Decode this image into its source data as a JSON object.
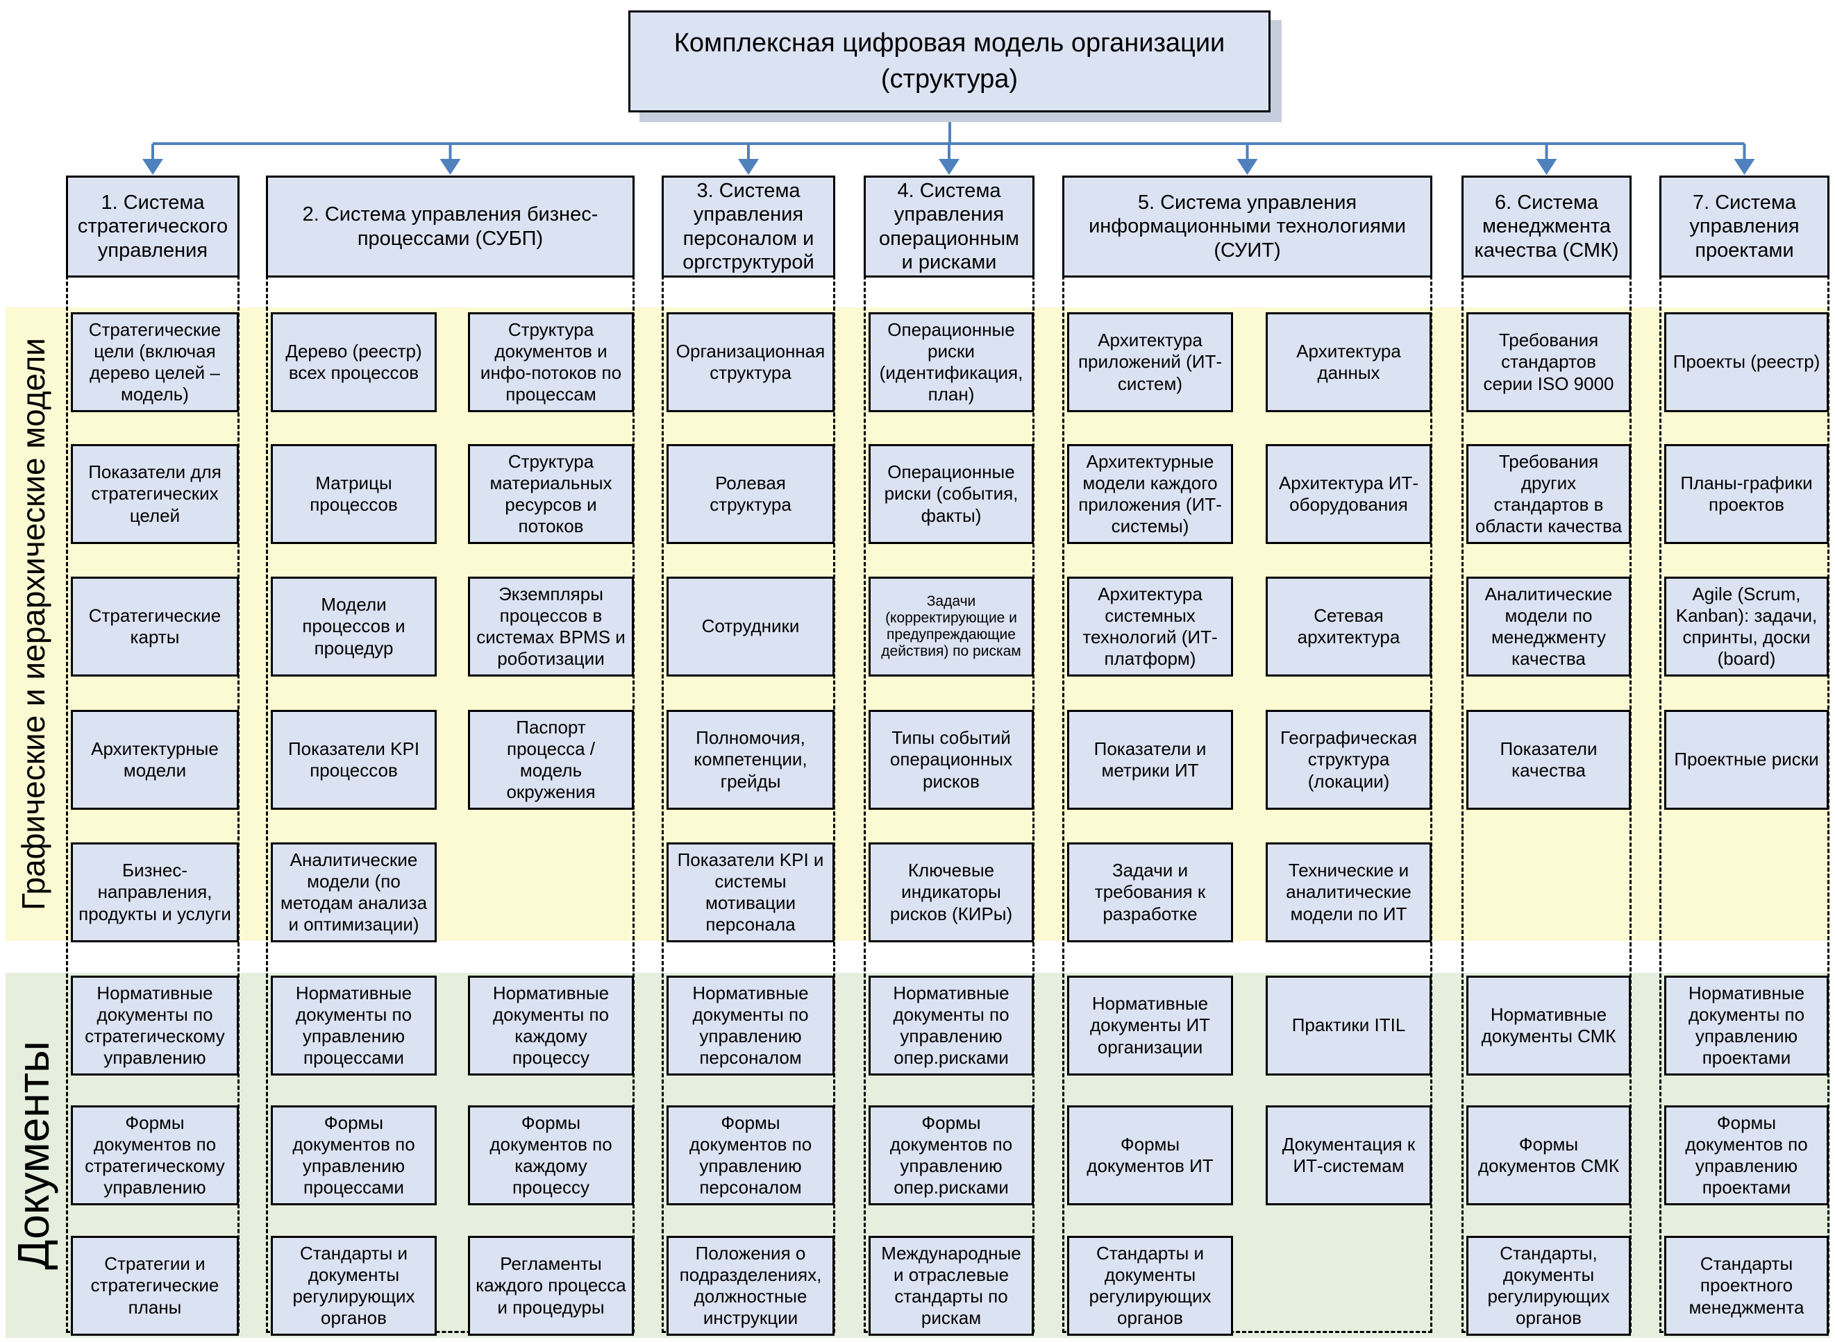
{
  "title": "Комплексная цифровая модель организации (структура)",
  "bands": {
    "models_label": "Графические и иерархические модели",
    "documents_label": "Документы"
  },
  "colors": {
    "box_fill": "#dbe2f1",
    "band_models": "#fcfad3",
    "band_documents": "#e6eedd",
    "arrow": "#4f81bd",
    "title_shadow": "#c6cede",
    "border": "#000000"
  },
  "columns": [
    {
      "header": "1. Система стратегического управления",
      "models": [
        [
          "Стратегические цели (включая дерево целей – модель)",
          "Показатели для стратегических целей",
          "Стратегические карты",
          "Архитектурные модели",
          "Бизнес-направления, продукты и услуги"
        ]
      ],
      "documents": [
        [
          "Нормативные документы по стратегическому управлению",
          "Формы документов по стратегическому управлению",
          "Стратегии и стратегические планы"
        ]
      ]
    },
    {
      "header": "2. Система управления бизнес-процессами (СУБП)",
      "models": [
        [
          "Дерево (реестр) всех процессов",
          "Матрицы процессов",
          "Модели процессов и процедур",
          "Показатели KPI процессов",
          "Аналитические модели (по методам анализа и оптимизации)"
        ],
        [
          "Структура документов и инфо-потоков по процессам",
          "Структура материальных ресурсов и потоков",
          "Экземпляры процессов в системах BPMS и роботизации",
          "Паспорт процесса / модель окружения",
          null
        ]
      ],
      "documents": [
        [
          "Нормативные документы по управлению процессами",
          "Формы документов по управлению процессами",
          "Стандарты и документы регулирующих органов"
        ],
        [
          "Нормативные документы по каждому процессу",
          "Формы документов по каждому процессу",
          "Регламенты каждого процесса и процедуры"
        ]
      ]
    },
    {
      "header": "3. Система управления персоналом и оргструктурой",
      "models": [
        [
          "Организационная структура",
          "Ролевая структура",
          "Сотрудники",
          "Полномочия, компетенции, грейды",
          "Показатели KPI и системы мотивации персонала"
        ]
      ],
      "documents": [
        [
          "Нормативные документы по управлению персоналом",
          "Формы документов по управлению персоналом",
          "Положения о подразделениях, должностные инструкции"
        ]
      ]
    },
    {
      "header": "4. Система управления операционным и рисками",
      "models": [
        [
          "Операционные риски (идентификация, план)",
          "Операционные риски (события, факты)",
          "Задачи (корректирующие и предупреждающие действия) по рискам",
          "Типы событий операционных рисков",
          "Ключевые индикаторы рисков (КИРы)"
        ]
      ],
      "documents": [
        [
          "Нормативные документы по управлению опер.рисками",
          "Формы документов по управлению опер.рисками",
          "Международные и отраслевые стандарты по рискам"
        ]
      ]
    },
    {
      "header": "5. Система управления информационными технологиями (СУИТ)",
      "models": [
        [
          "Архитектура приложений (ИТ-систем)",
          "Архитектурные модели каждого приложения (ИТ-системы)",
          "Архитектура системных технологий (ИТ-платформ)",
          "Показатели и метрики ИТ",
          "Задачи и требования к разработке"
        ],
        [
          "Архитектура данных",
          "Архитектура ИТ-оборудования",
          "Сетевая архитектура",
          "Географическая структура (локации)",
          "Технические и аналитические модели по ИТ"
        ]
      ],
      "documents": [
        [
          "Нормативные документы ИТ организации",
          "Формы документов ИТ",
          "Стандарты и документы регулирующих органов"
        ],
        [
          "Практики ITIL",
          "Документация к ИТ-системам",
          null
        ]
      ]
    },
    {
      "header": "6. Система менеджмента качества (СМК)",
      "models": [
        [
          "Требования стандартов серии ISO 9000",
          "Требования других стандартов в области качества",
          "Аналитические модели по менеджменту качества",
          "Показатели качества",
          null
        ]
      ],
      "documents": [
        [
          "Нормативные документы СМК",
          "Формы документов СМК",
          "Стандарты, документы регулирующих органов"
        ]
      ]
    },
    {
      "header": "7. Система управления проектами",
      "models": [
        [
          "Проекты (реестр)",
          "Планы-графики проектов",
          "Agile (Scrum, Kanban): задачи, спринты, доски (board)",
          "Проектные риски",
          null
        ]
      ],
      "documents": [
        [
          "Нормативные документы по управлению проектами",
          "Формы документов по управлению проектами",
          "Стандарты проектного менеджмента"
        ]
      ]
    }
  ]
}
